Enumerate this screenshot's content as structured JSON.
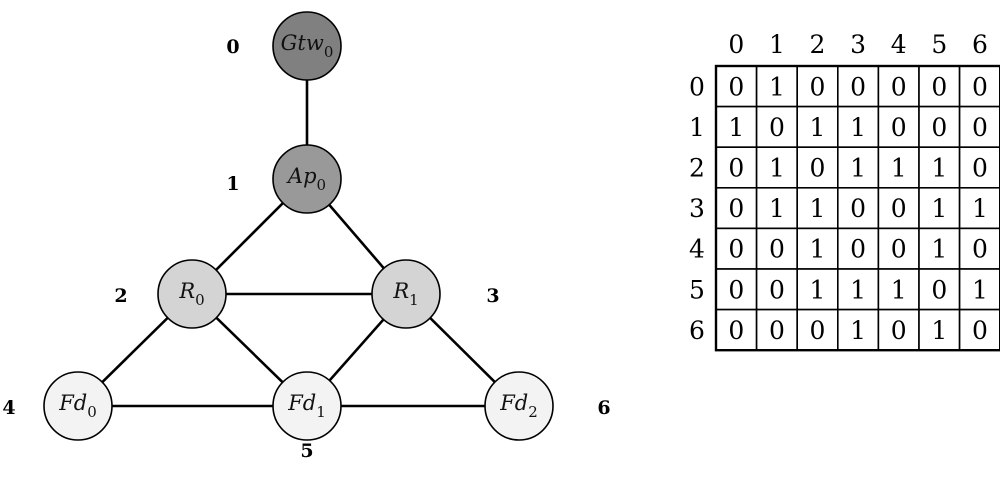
{
  "graph": {
    "nodes": [
      {
        "index": "0",
        "base": "Gtw",
        "sub": "0",
        "fill": "#808080"
      },
      {
        "index": "1",
        "base": "Ap",
        "sub": "0",
        "fill": "#999999"
      },
      {
        "index": "2",
        "base": "R",
        "sub": "0",
        "fill": "#d4d4d4"
      },
      {
        "index": "3",
        "base": "R",
        "sub": "1",
        "fill": "#d4d4d4"
      },
      {
        "index": "4",
        "base": "Fd",
        "sub": "0",
        "fill": "#f3f3f3"
      },
      {
        "index": "5",
        "base": "Fd",
        "sub": "1",
        "fill": "#f3f3f3"
      },
      {
        "index": "6",
        "base": "Fd",
        "sub": "2",
        "fill": "#f3f3f3"
      }
    ],
    "edges": [
      [
        0,
        1
      ],
      [
        1,
        2
      ],
      [
        1,
        3
      ],
      [
        2,
        3
      ],
      [
        2,
        4
      ],
      [
        2,
        5
      ],
      [
        3,
        5
      ],
      [
        3,
        6
      ],
      [
        4,
        5
      ],
      [
        5,
        6
      ]
    ]
  },
  "matrix": {
    "col_headers": [
      "0",
      "1",
      "2",
      "3",
      "4",
      "5",
      "6"
    ],
    "row_headers": [
      "0",
      "1",
      "2",
      "3",
      "4",
      "5",
      "6"
    ],
    "rows": [
      [
        "0",
        "1",
        "0",
        "0",
        "0",
        "0",
        "0"
      ],
      [
        "1",
        "0",
        "1",
        "1",
        "0",
        "0",
        "0"
      ],
      [
        "0",
        "1",
        "0",
        "1",
        "1",
        "1",
        "0"
      ],
      [
        "0",
        "1",
        "1",
        "0",
        "0",
        "1",
        "1"
      ],
      [
        "0",
        "0",
        "1",
        "0",
        "0",
        "1",
        "0"
      ],
      [
        "0",
        "0",
        "1",
        "1",
        "1",
        "0",
        "1"
      ],
      [
        "0",
        "0",
        "0",
        "1",
        "0",
        "1",
        "0"
      ]
    ]
  }
}
